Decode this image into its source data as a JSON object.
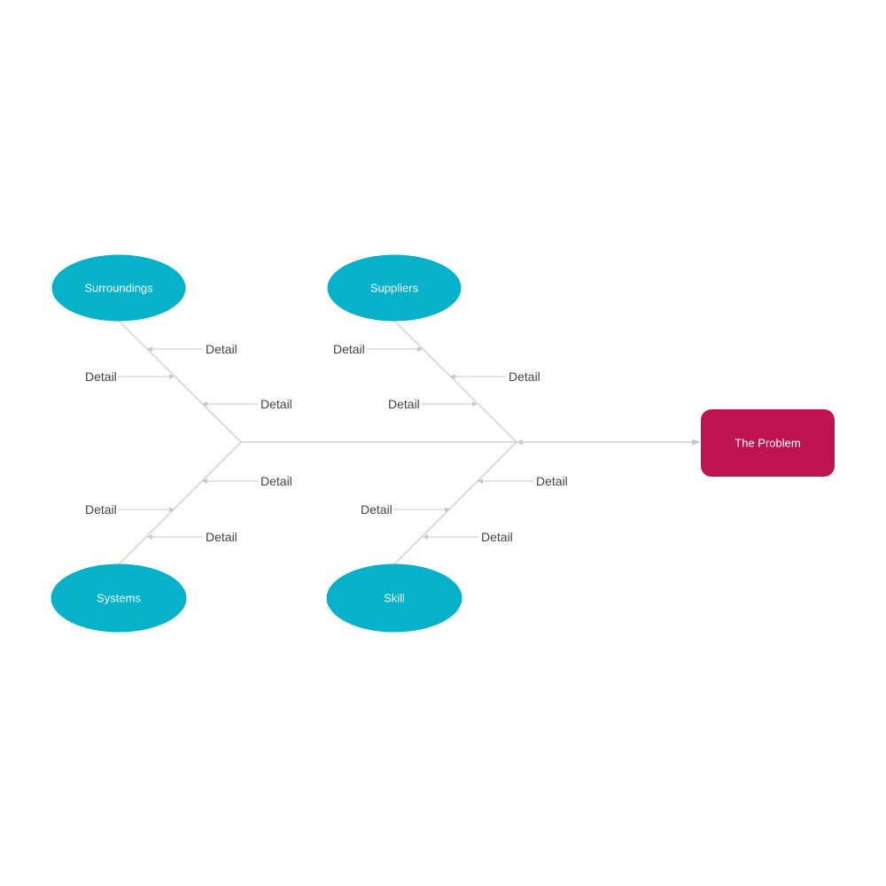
{
  "problem": {
    "label": "The Problem"
  },
  "categories": {
    "surroundings": {
      "label": "Surroundings"
    },
    "suppliers": {
      "label": "Suppliers"
    },
    "systems": {
      "label": "Systems"
    },
    "skill": {
      "label": "Skill"
    }
  },
  "details": {
    "surroundings": [
      "Detail",
      "Detail",
      "Detail"
    ],
    "suppliers": [
      "Detail",
      "Detail",
      "Detail"
    ],
    "systems": [
      "Detail",
      "Detail",
      "Detail"
    ],
    "skill": [
      "Detail",
      "Detail",
      "Detail"
    ]
  },
  "colors": {
    "category": "#06b2c9",
    "problem": "#bf1250",
    "connector": "#c8c8c8",
    "detail_text": "#444444"
  }
}
